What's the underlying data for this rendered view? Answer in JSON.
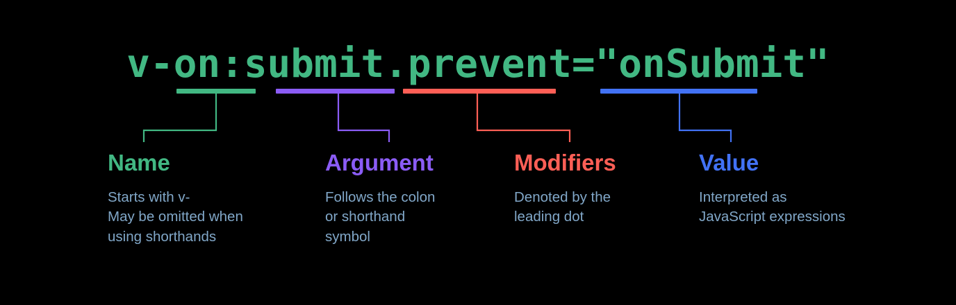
{
  "background_color": "#000000",
  "code": {
    "full_text": "v-on:submit.prevent=\"onSubmit\"",
    "color": "#42b883"
  },
  "description_color": "#81a7c8",
  "parts": [
    {
      "key": "name",
      "title": "Name",
      "color": "#42b883",
      "code_fragment": "v-on",
      "description": "Starts with v-\nMay be omitted when\nusing shorthands"
    },
    {
      "key": "argument",
      "title": "Argument",
      "color": "#8b5cf6",
      "code_fragment": "submit",
      "description": "Follows the colon\nor shorthand\nsymbol"
    },
    {
      "key": "modifiers",
      "title": "Modifiers",
      "color": "#ff5f56",
      "code_fragment": ".prevent",
      "description": "Denoted by the\nleading dot"
    },
    {
      "key": "value",
      "title": "Value",
      "color": "#4272f5",
      "code_fragment": "\"onSubmit\"",
      "description": "Interpreted as\nJavaScript expressions"
    }
  ]
}
